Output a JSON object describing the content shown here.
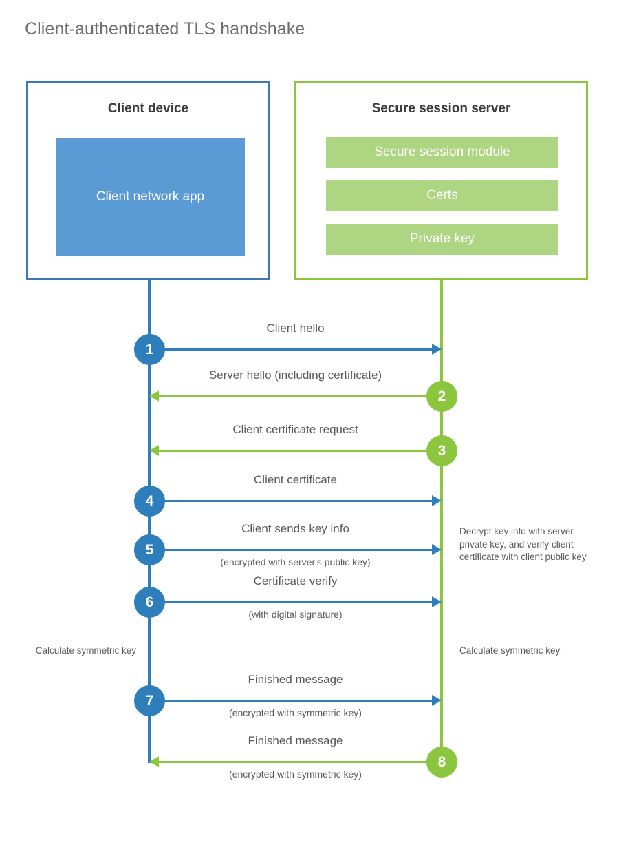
{
  "title": "Client-authenticated TLS handshake",
  "colors": {
    "client_blue": "#2e7ebb",
    "client_fill": "#5b9bd5",
    "client_border": "#3c78b4",
    "server_green": "#8cc63f",
    "server_fill": "#aed581",
    "text": "#58595b"
  },
  "actors": {
    "client": {
      "title": "Client device",
      "blocks": [
        "Client network\napp"
      ],
      "block_label": "Client network app"
    },
    "server": {
      "title": "Secure session server",
      "blocks": [
        "Secure session module",
        "Certs",
        "Private key"
      ]
    }
  },
  "messages": [
    {
      "step": "1",
      "label": "Client hello",
      "sublabel": "",
      "direction": "right",
      "color": "blue"
    },
    {
      "step": "2",
      "label": "Server hello (including certificate)",
      "sublabel": "",
      "direction": "left",
      "color": "green"
    },
    {
      "step": "3",
      "label": "Client certificate request",
      "sublabel": "",
      "direction": "left",
      "color": "green"
    },
    {
      "step": "4",
      "label": "Client certificate",
      "sublabel": "",
      "direction": "right",
      "color": "blue"
    },
    {
      "step": "5",
      "label": "Client sends key info",
      "sublabel": "(encrypted with server's public key)",
      "direction": "right",
      "color": "blue"
    },
    {
      "step": "6",
      "label": "Certificate verify",
      "sublabel": "(with digital signature)",
      "direction": "right",
      "color": "blue"
    },
    {
      "step": "7",
      "label": "Finished message",
      "sublabel": "(encrypted with symmetric key)",
      "direction": "right",
      "color": "blue"
    },
    {
      "step": "8",
      "label": "Finished message",
      "sublabel": "(encrypted with symmetric key)",
      "direction": "left",
      "color": "green"
    }
  ],
  "notes": {
    "decrypt": "Decrypt key info with server private key, and verify client certificate with client public key",
    "calculate_symmetric_key_client": "Calculate symmetric key",
    "calculate_symmetric_key_server": "Calculate symmetric key"
  }
}
